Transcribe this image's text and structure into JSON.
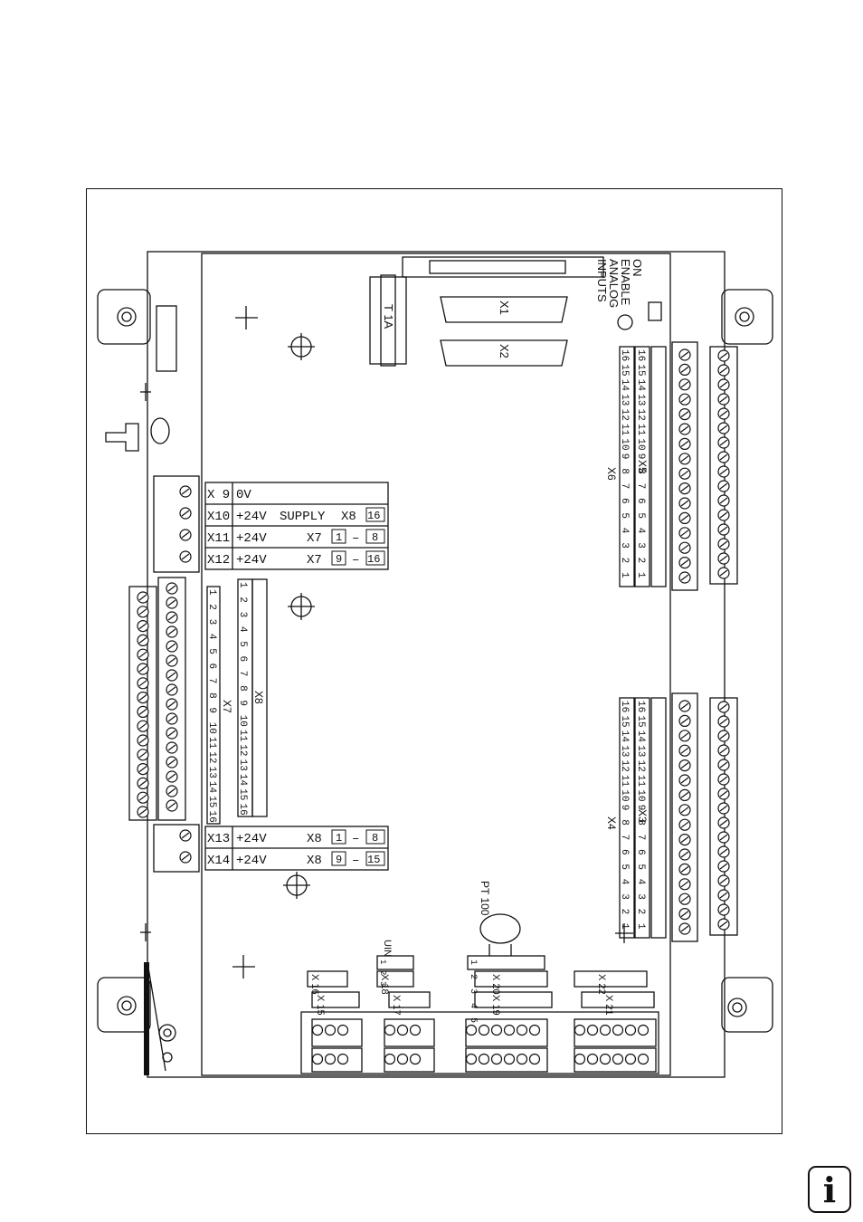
{
  "labels": {
    "on": "ON",
    "enable": "ENABLE",
    "analog": "ANALOG",
    "inputs": "INPUTS",
    "fuse": "T 1A",
    "x1": "X1",
    "x2": "X2",
    "x5": "X5",
    "x6": "X6",
    "x3": "X3",
    "x4": "X4",
    "x7": "X7",
    "x8": "X8",
    "pt100": "PT 100",
    "uin": "UIN",
    "x15": "X 15",
    "x16": "X 16",
    "x17": "X 17",
    "x18": "X 18",
    "x19": "X 19",
    "x20": "X 20",
    "x21": "X 21",
    "x22": "X 22"
  },
  "supply_rows": [
    {
      "conn": "X 9",
      "volt": "0V",
      "text": "",
      "target": "",
      "from": "",
      "dash": "",
      "to": ""
    },
    {
      "conn": "X10",
      "volt": "+24V",
      "text": "SUPPLY",
      "target": "X8",
      "from": "",
      "dash": "",
      "to": "16"
    },
    {
      "conn": "X11",
      "volt": "+24V",
      "text": "",
      "target": "X7",
      "from": "1",
      "dash": "–",
      "to": "8"
    },
    {
      "conn": "X12",
      "volt": "+24V",
      "text": "",
      "target": "X7",
      "from": "9",
      "dash": "–",
      "to": "16"
    }
  ],
  "supply_rows_2": [
    {
      "conn": "X13",
      "volt": "+24V",
      "text": "",
      "target": "X8",
      "from": "1",
      "dash": "–",
      "to": "8"
    },
    {
      "conn": "X14",
      "volt": "+24V",
      "text": "",
      "target": "X8",
      "from": "9",
      "dash": "–",
      "to": "15"
    }
  ],
  "pins_16": [
    "16",
    "15",
    "14",
    "13",
    "12",
    "11",
    "10",
    "9",
    "8",
    "7",
    "6",
    "5",
    "4",
    "3",
    "2",
    "1"
  ],
  "pins_x7": [
    "1",
    "2",
    "3",
    "4",
    "5",
    "6",
    "7",
    "8",
    "9",
    "10",
    "11",
    "12",
    "13",
    "14",
    "15",
    "16"
  ],
  "pins_x20": [
    "1",
    "2",
    "3",
    "4",
    "5"
  ],
  "pins_x18": [
    "1",
    "2",
    "3"
  ],
  "info_glyph": "i"
}
